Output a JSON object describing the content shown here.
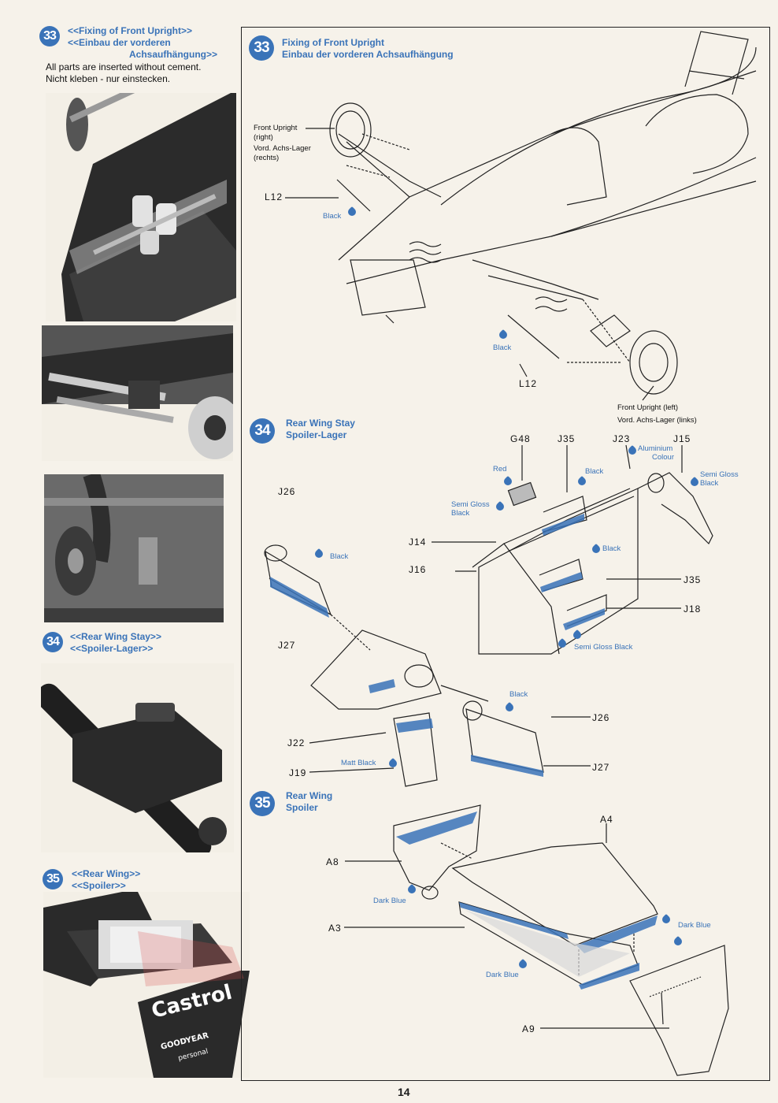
{
  "page_number": "14",
  "left_column": {
    "step33": {
      "number": "33",
      "title_en": "<<Fixing of Front Upright>>",
      "title_de_1": "<<Einbau der vorderen",
      "title_de_2": "Achsaufhängung>>",
      "note_en": "All parts are inserted without cement.",
      "note_de": "Nicht kleben - nur einstecken."
    },
    "step34": {
      "number": "34",
      "title_en": "<<Rear Wing Stay>>",
      "title_de": "<<Spoiler-Lager>>"
    },
    "step35": {
      "number": "35",
      "title_en": "<<Rear Wing>>",
      "title_de": "<<Spoiler>>"
    },
    "photo_lettering": "Castrol GOODYEAR personal"
  },
  "step33": {
    "number": "33",
    "title_en": "Fixing of Front Upright",
    "title_de": "Einbau der vorderen Achsaufhängung",
    "front_upright_right": [
      "Front Upright",
      "(right)",
      "Vord. Achs-Lager",
      "(rechts)"
    ],
    "front_upright_left": [
      "Front Upright (left)",
      "Vord. Achs-Lager (links)"
    ],
    "part_l12": "L12",
    "part_l12_b": "L12",
    "color_black_1": "Black",
    "color_black_2": "Black"
  },
  "step34": {
    "number": "34",
    "title_en": "Rear Wing Stay",
    "title_de": "Spoiler-Lager",
    "parts": {
      "g48": "G48",
      "j35a": "J35",
      "j23": "J23",
      "j15": "J15",
      "j26a": "J26",
      "j14": "J14",
      "j16": "J16",
      "j35b": "J35",
      "j18": "J18",
      "j27a": "J27",
      "j26b": "J26",
      "j22": "J22",
      "j19": "J19",
      "j27b": "J27"
    },
    "colors": {
      "red": "Red",
      "black_a": "Black",
      "aluminium": "Aluminium",
      "aluminium_2": "Colour",
      "semi_gloss_1": "Semi Gloss",
      "semi_gloss_1b": "Black",
      "semi_gloss_2": "Semi Gloss",
      "semi_gloss_2b": "Black",
      "black_b": "Black",
      "black_c": "Black",
      "semi_gloss_black": "Semi Gloss Black",
      "black_d": "Black",
      "matt_black": "Matt Black"
    }
  },
  "step35": {
    "number": "35",
    "title_en": "Rear Wing",
    "title_de": "Spoiler",
    "parts": {
      "a4": "A4",
      "a8": "A8",
      "a3": "A3",
      "a9": "A9"
    },
    "colors": {
      "dark_blue_1": "Dark Blue",
      "dark_blue_2": "Dark Blue",
      "dark_blue_3": "Dark Blue"
    }
  },
  "accent_color": "#3a73b8"
}
